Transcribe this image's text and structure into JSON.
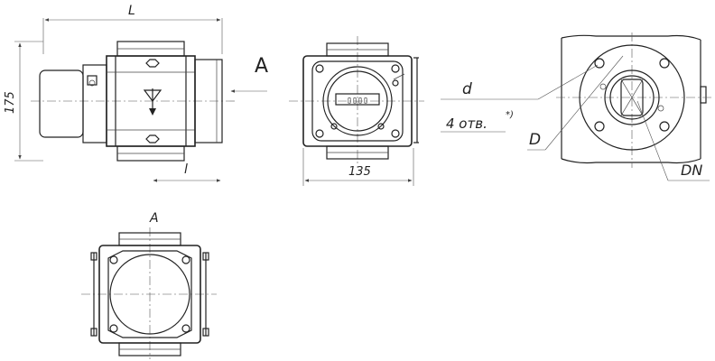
{
  "drawing": {
    "dimensions": {
      "overall_length": "L",
      "inner_length": "l",
      "height": "175",
      "width": "135"
    },
    "view_label": "A",
    "view_title": "A",
    "counter_display": "▯▯▯▯",
    "flange": {
      "hole_dia": "d",
      "holes": "4 отв.",
      "holes_note": "*)",
      "bolt_circle": "D",
      "nominal_dia": "DN"
    }
  }
}
